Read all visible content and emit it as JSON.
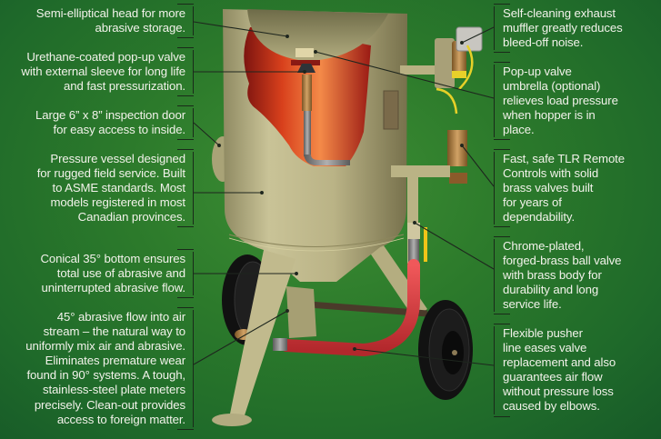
{
  "diagram": {
    "subject": "Portable abrasive blast pot (pressure vessel) cutaway with labeled features",
    "colors": {
      "background": "#2c7a2b",
      "vessel": "#b9b285",
      "interior": "#e8632c",
      "hose": "#d83a3c",
      "tire": "#141414",
      "brass": "#b78848",
      "text": "#f2f2ea",
      "leader": "#1a2a1a"
    }
  },
  "callouts_left": [
    {
      "id": "head",
      "lines": [
        "Semi-elliptical head for more",
        "abrasive storage."
      ]
    },
    {
      "id": "popup-valve",
      "lines": [
        "Urethane-coated pop-up valve",
        "with external sleeve for long life",
        "and fast pressurization."
      ]
    },
    {
      "id": "inspection-door",
      "lines": [
        "Large 6” x 8” inspection door",
        "for easy access to inside."
      ]
    },
    {
      "id": "pressure-vessel",
      "lines": [
        "Pressure vessel designed",
        "for rugged field service. Built",
        "to ASME standards. Most",
        "models registered in most",
        "Canadian provinces."
      ]
    },
    {
      "id": "conical-bottom",
      "lines": [
        "Conical 35° bottom ensures",
        "total use of abrasive and",
        "uninterrupted abrasive flow."
      ]
    },
    {
      "id": "abrasive-flow",
      "lines": [
        "45° abrasive flow into air",
        "stream – the natural way to",
        "uniformly mix air and abrasive.",
        "Eliminates premature wear",
        "found in 90° systems. A tough,",
        "stainless-steel plate meters",
        "precisely. Clean-out provides",
        "access to foreign matter."
      ]
    }
  ],
  "callouts_right": [
    {
      "id": "muffler",
      "lines": [
        "Self-cleaning exhaust",
        "muffler greatly reduces",
        "bleed-off noise."
      ]
    },
    {
      "id": "umbrella",
      "lines": [
        "Pop-up valve",
        "umbrella (optional)",
        "relieves load pressure",
        "when hopper is in",
        "place."
      ]
    },
    {
      "id": "tlr-controls",
      "lines": [
        "Fast, safe TLR Remote",
        "Controls with solid",
        "brass valves built",
        "for years of",
        "dependability."
      ]
    },
    {
      "id": "ball-valve",
      "lines": [
        "Chrome-plated,",
        "forged-brass ball valve",
        "with brass body for",
        "durability and long",
        "service life."
      ]
    },
    {
      "id": "pusher-line",
      "lines": [
        "Flexible pusher",
        "line eases valve",
        "replacement and also",
        "guarantees air flow",
        "without pressure loss",
        "caused by elbows."
      ]
    }
  ]
}
